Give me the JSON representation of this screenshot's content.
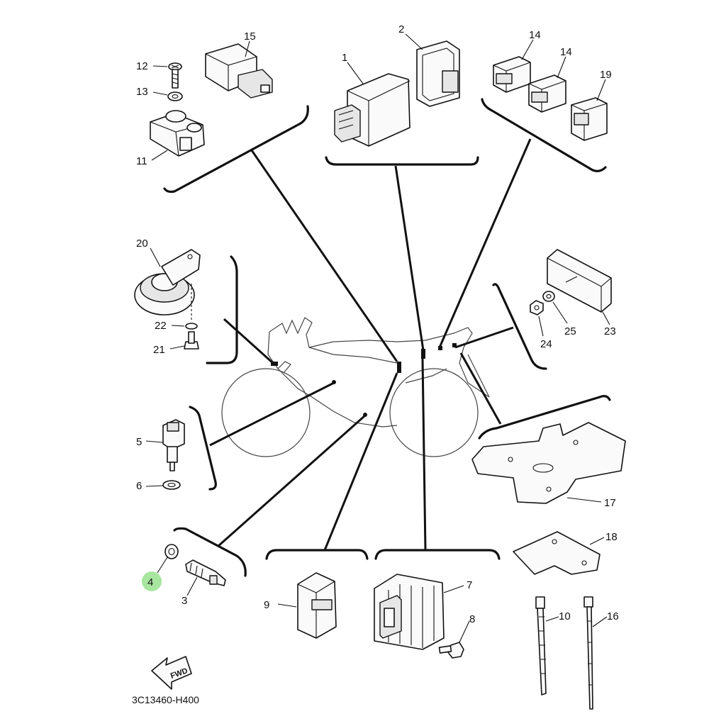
{
  "diagram_code": "3C13460-H400",
  "fwd_label": "FWD",
  "highlighted_part": "4",
  "highlight_color": "#a8e6a0",
  "callouts": {
    "p1": "1",
    "p2": "2",
    "p3": "3",
    "p4": "4",
    "p5": "5",
    "p6": "6",
    "p7": "7",
    "p8": "8",
    "p9": "9",
    "p10": "10",
    "p11": "11",
    "p12": "12",
    "p13": "13",
    "p14a": "14",
    "p14b": "14",
    "p15": "15",
    "p16": "16",
    "p17": "17",
    "p18": "18",
    "p19": "19",
    "p20": "20",
    "p21": "21",
    "p22": "22",
    "p23": "23",
    "p24": "24",
    "p25": "25"
  }
}
